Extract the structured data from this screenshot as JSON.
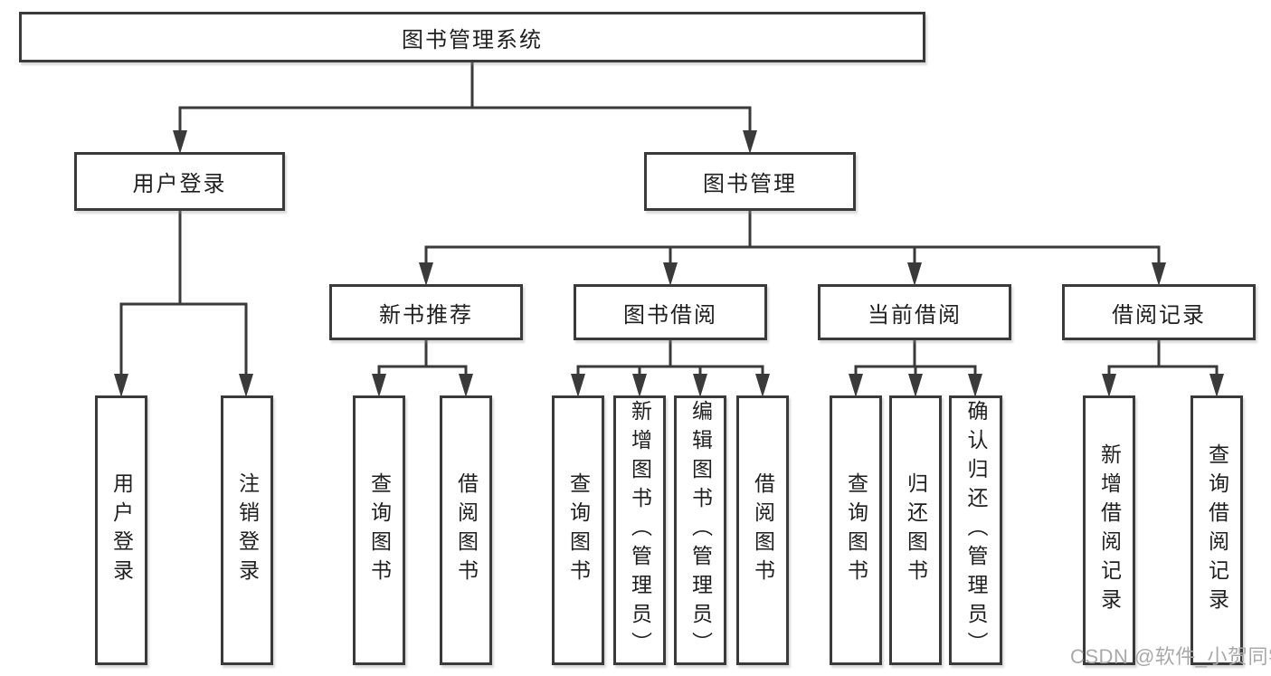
{
  "tree": {
    "title": "图书管理系统",
    "children": [
      {
        "label": "用户登录",
        "children": [
          {
            "label": "用户登录"
          },
          {
            "label": "注销登录"
          }
        ]
      },
      {
        "label": "图书管理",
        "children": [
          {
            "label": "新书推荐",
            "children": [
              {
                "label": "查询图书"
              },
              {
                "label": "借阅图书"
              }
            ]
          },
          {
            "label": "图书借阅",
            "children": [
              {
                "label": "查询图书"
              },
              {
                "label": "新增图书（管理员）"
              },
              {
                "label": "编辑图书（管理员）"
              },
              {
                "label": "借阅图书"
              }
            ]
          },
          {
            "label": "当前借阅",
            "children": [
              {
                "label": "查询图书"
              },
              {
                "label": "归还图书"
              },
              {
                "label": "确认归还（管理员）"
              }
            ]
          },
          {
            "label": "借阅记录",
            "children": [
              {
                "label": "新增借阅记录"
              },
              {
                "label": "查询借阅记录"
              }
            ]
          }
        ]
      }
    ]
  },
  "watermark": {
    "text": "CSDN @软件_小贺同学"
  },
  "colors": {
    "line": "#3a3a3a",
    "text": "#1f1f1f",
    "watermark": "#a9a9a9",
    "background": "#ffffff"
  }
}
